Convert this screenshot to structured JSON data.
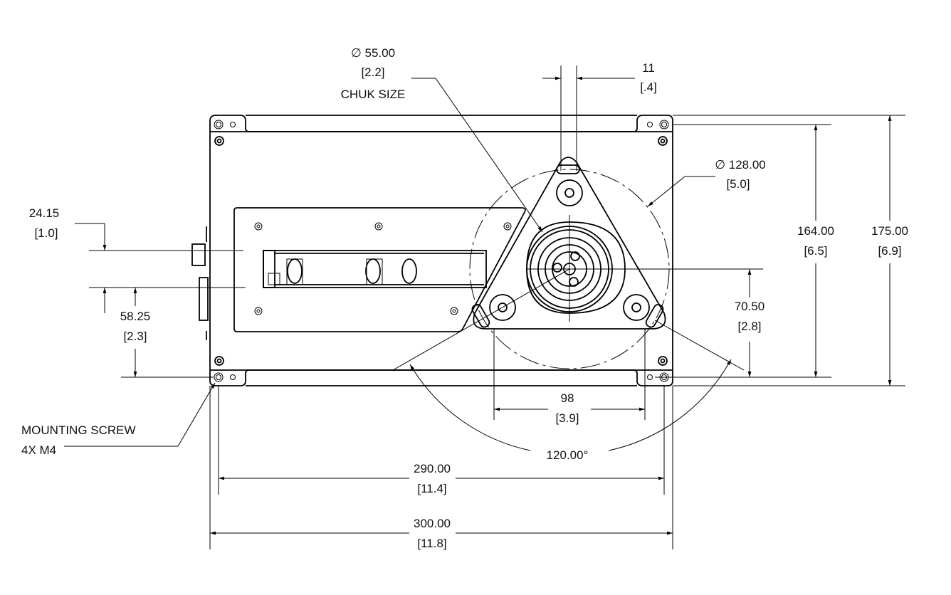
{
  "dimensions": {
    "chuck_diameter": {
      "value": "∅ 55.00",
      "inch": "[2.2]",
      "note": "CHUK SIZE"
    },
    "top_offset": {
      "value": "11",
      "inch": "[.4]"
    },
    "circle_diameter": {
      "value": "∅ 128.00",
      "inch": "[5.0]"
    },
    "height_inner": {
      "value": "164.00",
      "inch": "[6.5]"
    },
    "height_outer": {
      "value": "175.00",
      "inch": "[6.9]"
    },
    "left_upper": {
      "value": "24.15",
      "inch": "[1.0]"
    },
    "left_lower": {
      "value": "58.25",
      "inch": "[2.3]"
    },
    "chuck_height": {
      "value": "70.50",
      "inch": "[2.8]"
    },
    "foot_spacing": {
      "value": "98",
      "inch": "[3.9]"
    },
    "angle": {
      "value": "120.00°"
    },
    "width_inner": {
      "value": "290.00",
      "inch": "[11.4]"
    },
    "width_outer": {
      "value": "300.00",
      "inch": "[11.8]"
    }
  },
  "notes": {
    "mounting_line1": "MOUNTING SCREW",
    "mounting_line2": "4X M4"
  }
}
